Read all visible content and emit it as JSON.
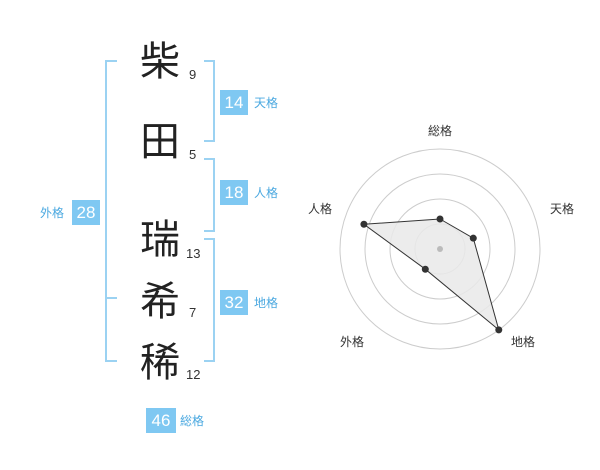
{
  "name": {
    "chars": [
      {
        "char": "柴",
        "strokes": "9"
      },
      {
        "char": "田",
        "strokes": "5"
      },
      {
        "char": "瑞",
        "strokes": "13"
      },
      {
        "char": "希",
        "strokes": "7"
      },
      {
        "char": "稀",
        "strokes": "12"
      }
    ]
  },
  "kakusu": {
    "tenkaku": {
      "value": "14",
      "label": "天格"
    },
    "jinkaku": {
      "value": "18",
      "label": "人格"
    },
    "chikaku": {
      "value": "32",
      "label": "地格"
    },
    "gaikaku": {
      "value": "28",
      "label": "外格"
    },
    "soukaku": {
      "value": "46",
      "label": "総格"
    }
  },
  "chart_data": {
    "type": "radar",
    "axes": [
      "総格",
      "天格",
      "地格",
      "外格",
      "人格"
    ],
    "rings": 4,
    "values": [
      0.3,
      0.35,
      1.0,
      0.25,
      0.8
    ],
    "colors": {
      "fill": "#e9e9e9",
      "line": "#333333",
      "grid": "#cccccc",
      "center": "#bbbbbb"
    }
  }
}
